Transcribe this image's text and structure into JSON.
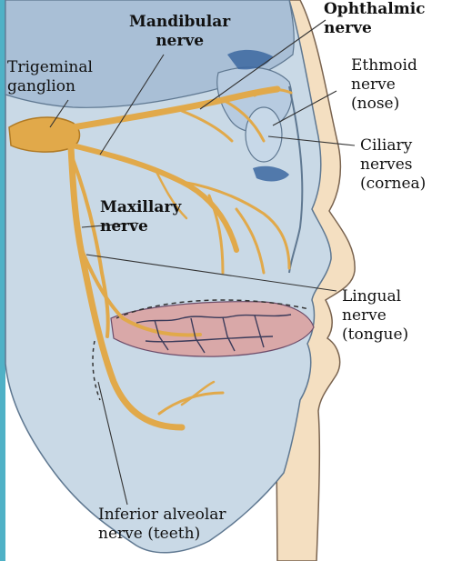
{
  "labels": {
    "mandibular": "Mandibular\nnerve",
    "ophthalmic": "Ophthalmic\nnerve",
    "trigeminal": "Trigeminal\nganglion",
    "ethmoid": "Ethmoid\nnerve\n(nose)",
    "ciliary": "Ciliary\nnerves\n(cornea)",
    "maxillary": "Maxillary\nnerve",
    "lingual": "Lingual\nnerve\n(tongue)",
    "inferior_alveolar": "Inferior alveolar\nnerve (teeth)"
  },
  "colors": {
    "nerve": "#e1a94a",
    "nerve_outline": "#b07a24",
    "bone": "#c9d9e6",
    "bone_dark": "#8fa9c4",
    "skin": "#f4dfc1",
    "tongue": "#d9a8a8",
    "left_bar": "#4fb1c6"
  }
}
